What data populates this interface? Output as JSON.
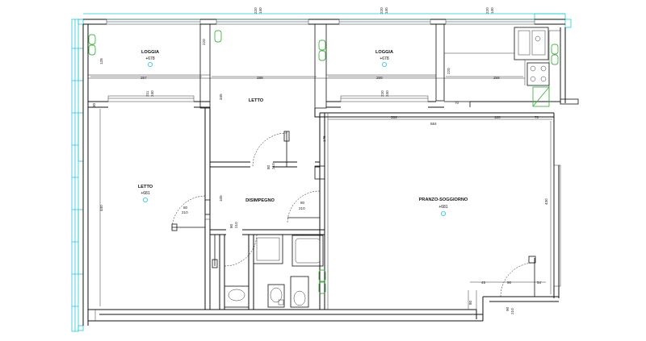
{
  "rooms": {
    "loggia_left": {
      "name": "LOGGIA",
      "elev": "+678"
    },
    "loggia_right": {
      "name": "LOGGIA",
      "elev": "+678"
    },
    "letto_top": {
      "name": "LETTO"
    },
    "letto_left": {
      "name": "LETTO",
      "elev": "+681"
    },
    "disimpegno": {
      "name": "DISIMPEGNO"
    },
    "pranzo": {
      "name": "PRANZO-SOGGIORNO",
      "elev": "+681"
    }
  },
  "dims": {
    "d_top_220_1": "220",
    "d_top_140_1": "140",
    "d_top_220_2": "220",
    "d_top_140_2": "140",
    "d_top_220_3": "220",
    "d_top_140_3": "140",
    "d_128": "128",
    "d_267": "267",
    "d_288": "288",
    "d_269": "269",
    "d_258": "258",
    "d_220_l": "220",
    "d_220_r": "220",
    "d_30": "30",
    "d_211": "211",
    "d_240_a": "240",
    "d_345": "345",
    "d_220_c": "220",
    "d_240_b": "240",
    "d_70_a": "70",
    "d_386": "386",
    "d_584": "584",
    "d_128_b": "128",
    "d_70_b": "70",
    "d_440_l": "440",
    "d_430_r": "430",
    "d_145": "145",
    "d_80_a": "80",
    "d_210_a": "210",
    "d_80_b": "80",
    "d_210_b": "210",
    "d_105": "105",
    "d_80_c": "80",
    "d_210_c": "210",
    "d_80_d": "80",
    "d_210_d": "210",
    "d_80_e": "80",
    "d_210_e": "210",
    "d_45": "45",
    "d_90": "90",
    "d_54": "54",
    "d_90_f": "90",
    "d_210_f": "210"
  },
  "colors": {
    "accent_cyan": "#21c8d8",
    "accent_green": "#44b544"
  }
}
